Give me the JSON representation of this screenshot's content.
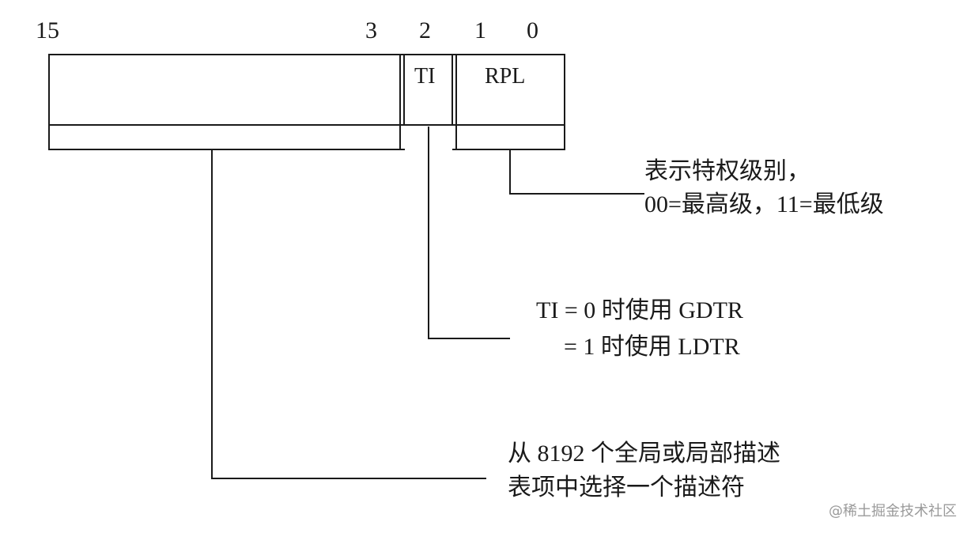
{
  "bit_numbers": {
    "b15": "15",
    "b3": "3",
    "b2": "2",
    "b1": "1",
    "b0": "0"
  },
  "fields": {
    "ti": "TI",
    "rpl": "RPL"
  },
  "annotations": {
    "rpl_line1": "表示特权级别，",
    "rpl_line2": "00=最高级，11=最低级",
    "ti_line1": "TI = 0 时使用 GDTR",
    "ti_line2": "= 1 时使用 LDTR",
    "index_line1": "从  8192  个全局或局部描述",
    "index_line2": "表项中选择一个描述符"
  },
  "watermark": "@稀土掘金技术社区"
}
